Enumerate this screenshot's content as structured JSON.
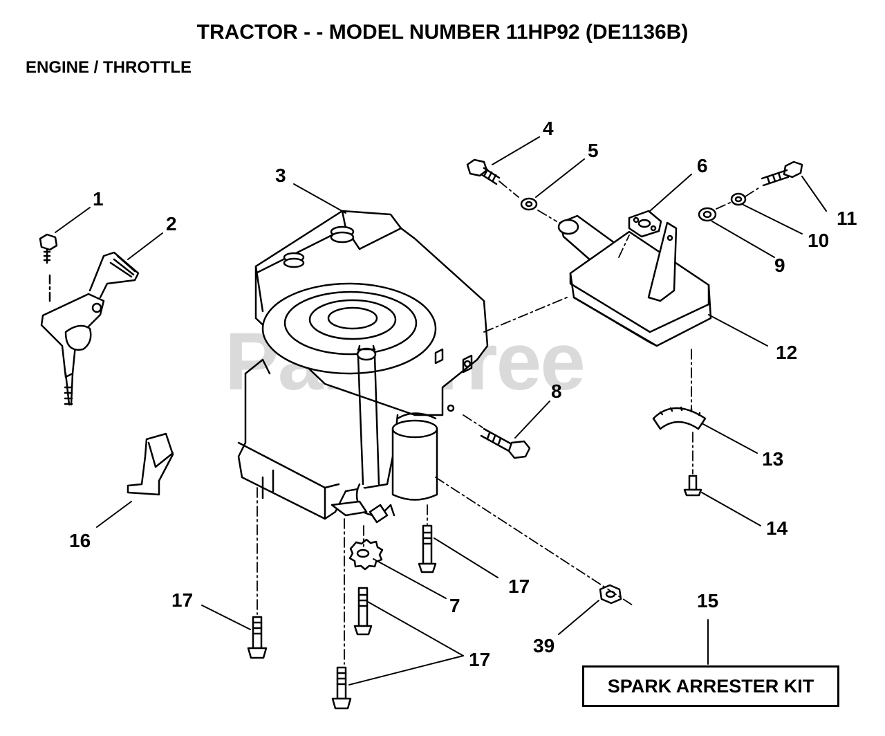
{
  "title": "TRACTOR - - MODEL NUMBER 11HP92 (DE1136B)",
  "subtitle": "ENGINE / THROTTLE",
  "watermark": "PartsTree",
  "kit_label": "SPARK ARRESTER KIT",
  "callouts": {
    "c1": "1",
    "c2": "2",
    "c3": "3",
    "c4": "4",
    "c5": "5",
    "c6": "6",
    "c7": "7",
    "c8": "8",
    "c9": "9",
    "c10": "10",
    "c11": "11",
    "c12": "12",
    "c13": "13",
    "c14": "14",
    "c15": "15",
    "c16": "16",
    "c17a": "17",
    "c17b": "17",
    "c17c": "17",
    "c39": "39"
  }
}
